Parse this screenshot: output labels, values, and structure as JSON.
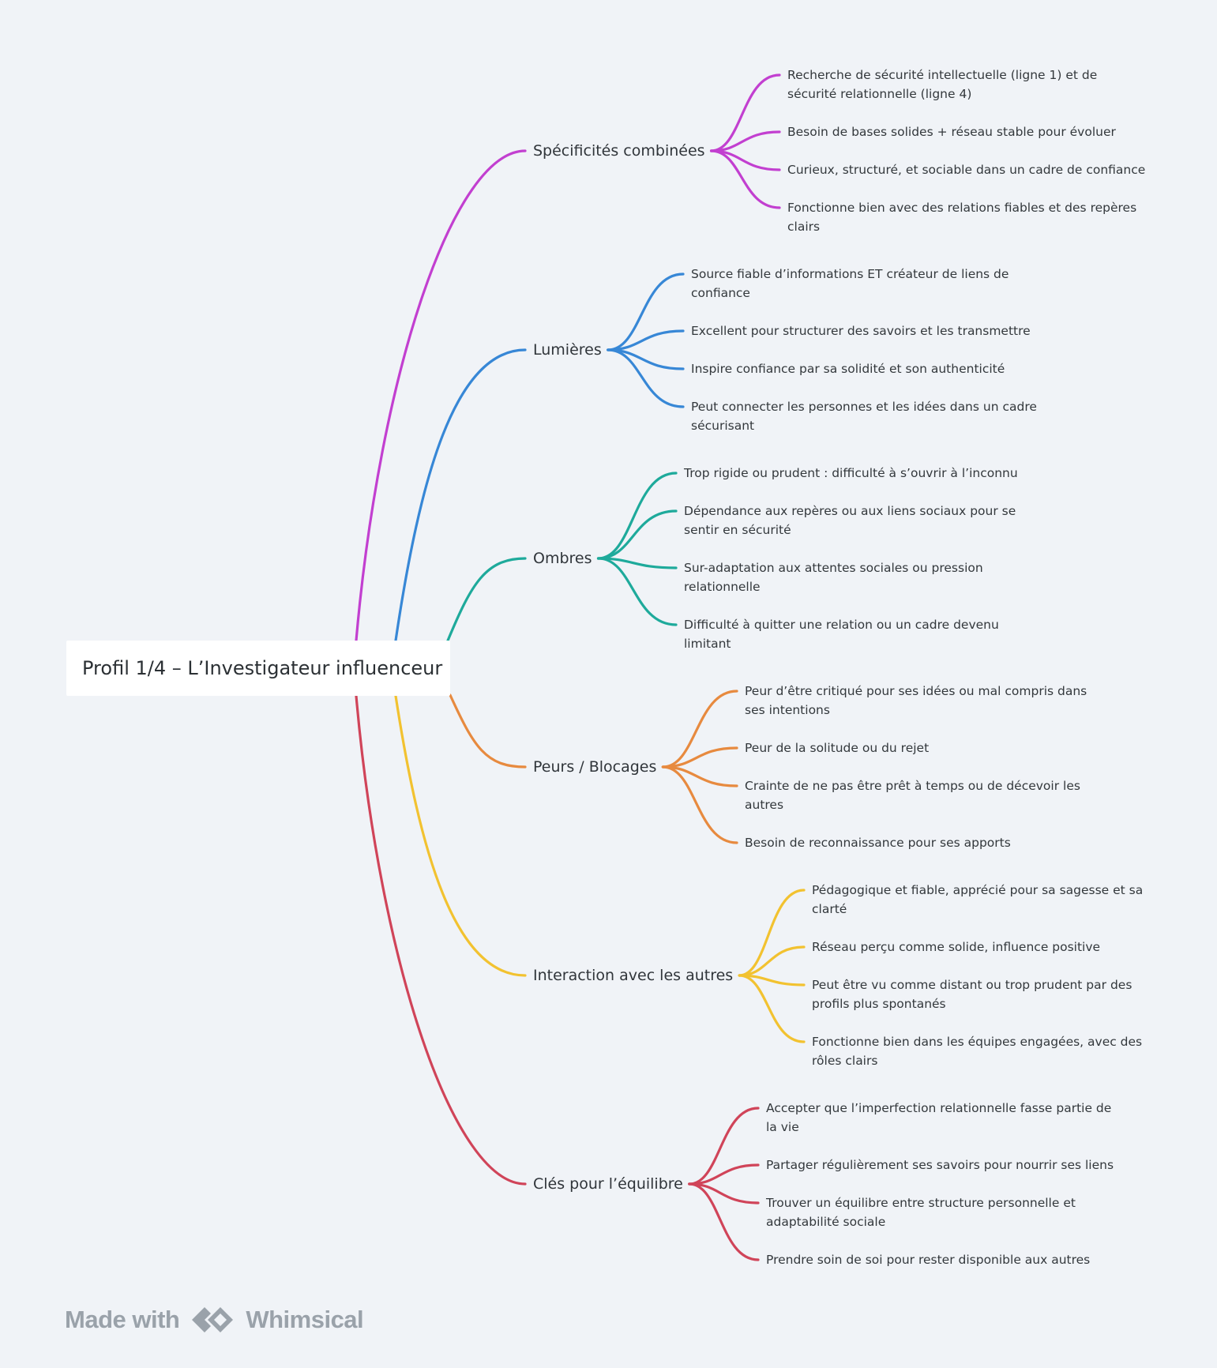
{
  "root": {
    "label": "Profil 1/4 – L’Investigateur influenceur"
  },
  "branches": [
    {
      "label": "Spécificités combinées",
      "color": "#c23fd0",
      "leaves": [
        "Recherche de sécurité intellectuelle (ligne 1) et de sécurité relationnelle (ligne 4)",
        "Besoin de bases solides + réseau stable pour évoluer",
        "Curieux, structuré, et sociable dans un cadre de confiance",
        "Fonctionne bien avec des relations fiables et des repères clairs"
      ]
    },
    {
      "label": "Lumières",
      "color": "#3787d6",
      "leaves": [
        "Source fiable d’informations ET créateur de liens de confiance",
        "Excellent pour structurer des savoirs et les transmettre",
        "Inspire confiance par sa solidité et son authenticité",
        "Peut connecter les personnes et les idées dans un cadre sécurisant"
      ]
    },
    {
      "label": "Ombres",
      "color": "#1eaa9b",
      "leaves": [
        "Trop rigide ou prudent : difficulté à s’ouvrir à l’inconnu",
        "Dépendance aux repères ou aux liens sociaux pour se sentir en sécurité",
        "Sur-adaptation aux attentes sociales ou pression relationnelle",
        "Difficulté à quitter une relation ou un cadre devenu limitant"
      ]
    },
    {
      "label": "Peurs / Blocages",
      "color": "#e78a3f",
      "leaves": [
        "Peur d’être critiqué pour ses idées ou mal compris dans ses intentions",
        "Peur de la solitude ou du rejet",
        "Crainte de ne pas être prêt à temps ou de décevoir les autres",
        "Besoin de reconnaissance pour ses apports"
      ]
    },
    {
      "label": "Interaction avec les autres",
      "color": "#f2c230",
      "leaves": [
        "Pédagogique et fiable, apprécié pour sa sagesse et sa clarté",
        "Réseau perçu comme solide, influence positive",
        "Peut être vu comme distant ou trop prudent par des profils plus spontanés",
        "Fonctionne bien dans les équipes engagées, avec des rôles clairs"
      ]
    },
    {
      "label": "Clés pour l’équilibre",
      "color": "#d04459",
      "leaves": [
        "Accepter que l’imperfection relationnelle fasse partie de la vie",
        "Partager régulièrement ses savoirs pour nourrir ses liens",
        "Trouver un équilibre entre structure personnelle et adaptabilité sociale",
        "Prendre soin de soi pour rester disponible aux autres"
      ]
    }
  ],
  "footer": {
    "made_with": "Made with",
    "brand": "Whimsical",
    "logo_icon": "whimsical-logo-icon"
  }
}
